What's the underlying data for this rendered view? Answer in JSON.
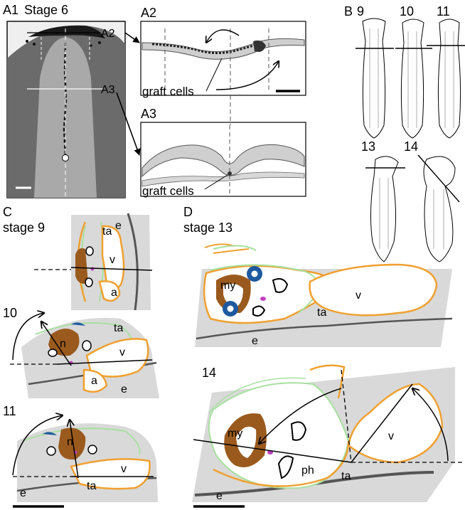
{
  "panelA1": {
    "id": "A1",
    "title": "Stage 6",
    "level_a2": "A2",
    "level_a3": "A3"
  },
  "panelA2": {
    "id": "A2",
    "label": "graft cells"
  },
  "panelA3": {
    "id": "A3",
    "label": "graft cells"
  },
  "panelB": {
    "id": "B",
    "stages": [
      "9",
      "10",
      "11",
      "13",
      "14"
    ]
  },
  "panelC": {
    "id": "C",
    "title": "stage 9",
    "s9": {
      "ta": "ta",
      "e": "e",
      "v": "v",
      "a": "a"
    },
    "s10": {
      "num": "10",
      "n": "n",
      "ta": "ta",
      "v": "v",
      "a": "a",
      "e": "e"
    },
    "s11": {
      "num": "11",
      "n": "n",
      "v": "v",
      "ta": "ta",
      "e": "e"
    }
  },
  "panelD": {
    "id": "D",
    "title": "stage 13",
    "s13": {
      "my": "my",
      "v": "v",
      "ta": "ta",
      "e": "e"
    },
    "s14": {
      "num": "14",
      "my": "my",
      "v": "v",
      "ph": "ph",
      "ta": "ta",
      "e": "e"
    }
  },
  "colors": {
    "tissue_gray": "#d9d9d9",
    "embryo_dark": "#6b6b6b",
    "embryo_light": "#a9a9a9",
    "notochord_brown": "#9a5a1e",
    "heart_orange": "#f0a030",
    "endoderm_green": "#a8e0a0",
    "somite_blue": "#1f5aa0",
    "graft_magenta": "#c040c0"
  }
}
